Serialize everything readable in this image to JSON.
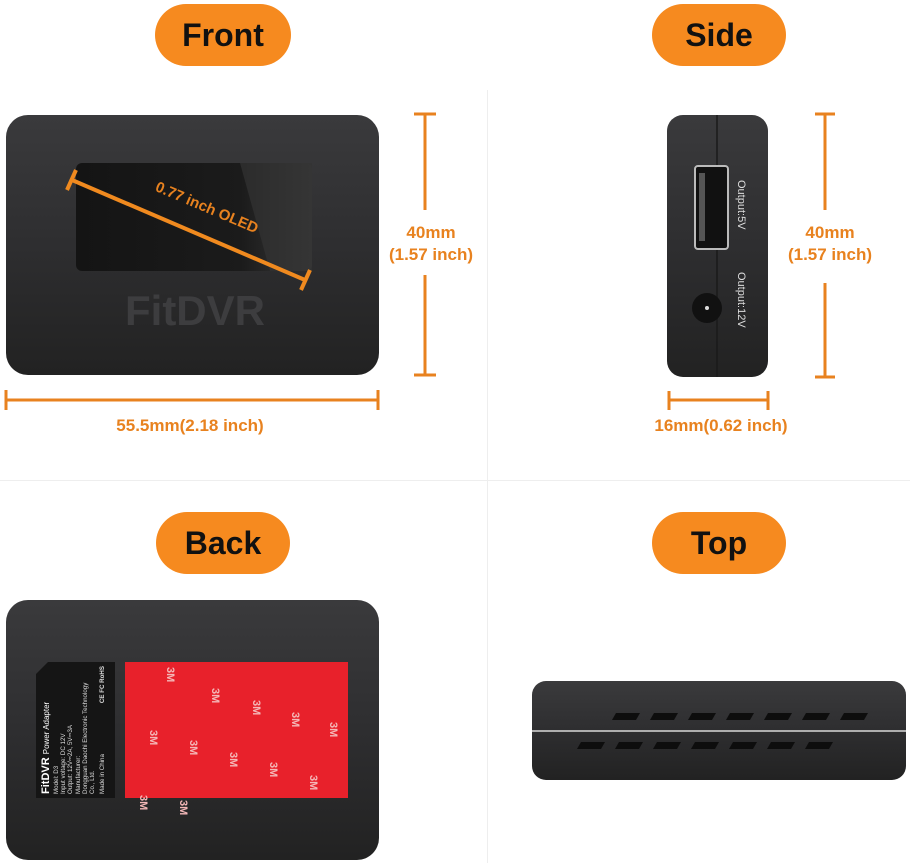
{
  "views": {
    "front": {
      "label": "Front"
    },
    "side": {
      "label": "Side"
    },
    "back": {
      "label": "Back"
    },
    "top": {
      "label": "Top"
    }
  },
  "front": {
    "oled_label": "0.77 inch OLED",
    "logo": "FitDVR",
    "height_mm": "40mm",
    "height_in": "(1.57 inch)",
    "width": "55.5mm(2.18 inch)"
  },
  "side": {
    "usb_label": "Output:5V",
    "dc_label": "Output:12V",
    "height_mm": "40mm",
    "height_in": "(1.57 inch)",
    "depth": "16mm(0.62 inch)"
  },
  "back": {
    "label_brand": "FitDVR",
    "label_title": "Power Adapter",
    "label_lines": [
      "Model: D3",
      "Input voltage: DC 12V",
      "Output: 12V⎓2A, 5V⎓3A",
      "Manufacturer:",
      "Dongguan Daochi Electronic Technology",
      "Co., Ltd.",
      "Made in China"
    ],
    "certs": "CE FC RoHS",
    "tape_text": "3M"
  },
  "colors": {
    "accent": "#f68a1f",
    "dimension": "#e8821f",
    "device": "#2b2b2d",
    "tape": "#e8212b"
  }
}
